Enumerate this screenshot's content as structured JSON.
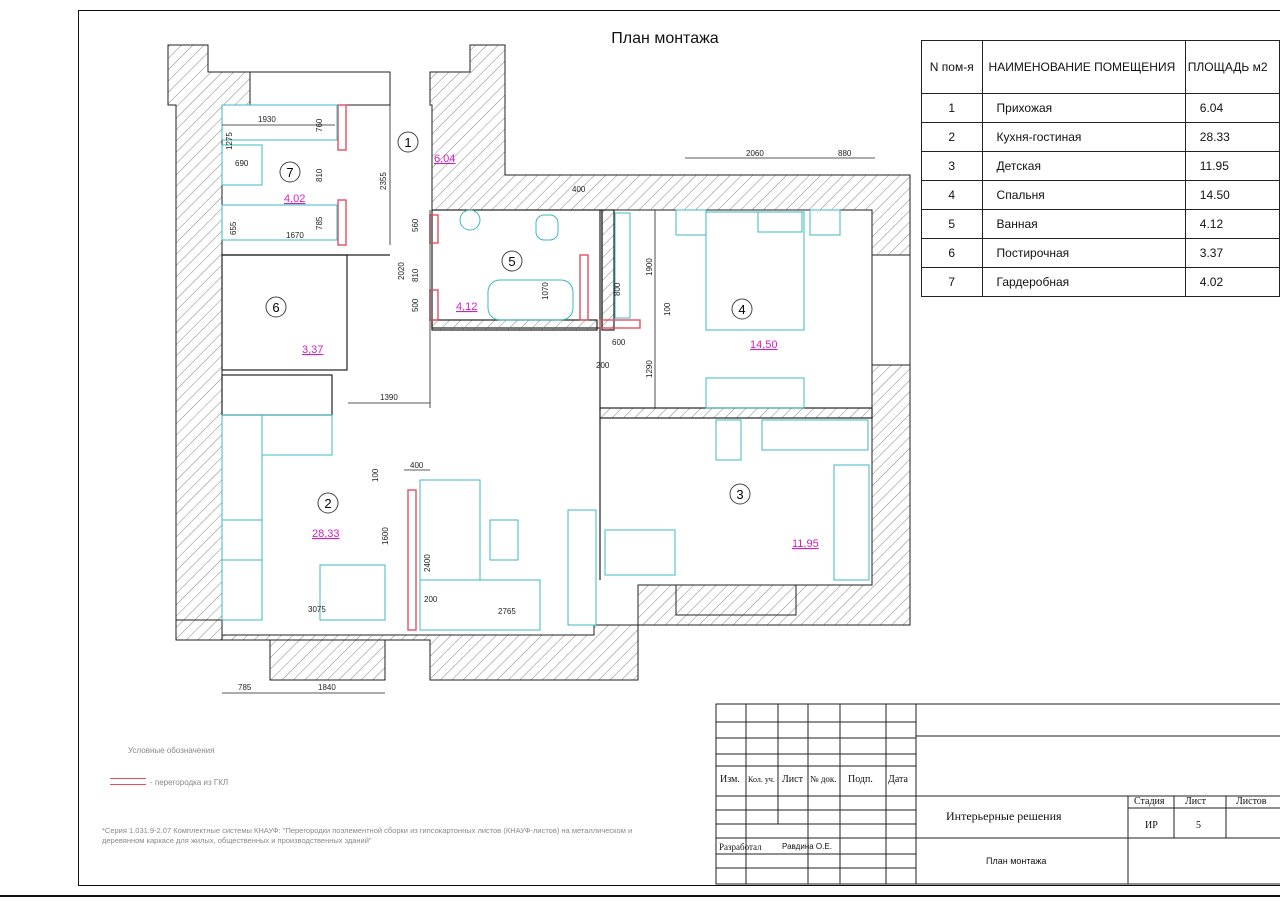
{
  "plan_title": "План монтажа",
  "table": {
    "headers": {
      "num": "N пом-я",
      "name": "НАИМЕНОВАНИЕ ПОМЕЩЕНИЯ",
      "area": "ПЛОЩАДЬ м2"
    },
    "rows": [
      {
        "num": "1",
        "name": "Прихожая",
        "area": "6.04"
      },
      {
        "num": "2",
        "name": "Кухня-гостиная",
        "area": "28.33"
      },
      {
        "num": "3",
        "name": "Детская",
        "area": "11.95"
      },
      {
        "num": "4",
        "name": "Спальня",
        "area": "14.50"
      },
      {
        "num": "5",
        "name": "Ванная",
        "area": "4.12"
      },
      {
        "num": "6",
        "name": "Постирочная",
        "area": "3.37"
      },
      {
        "num": "7",
        "name": "Гардеробная",
        "area": "4.02"
      }
    ]
  },
  "rooms": [
    {
      "num": "1",
      "area": "6,04"
    },
    {
      "num": "2",
      "area": "28,33"
    },
    {
      "num": "3",
      "area": "11,95"
    },
    {
      "num": "4",
      "area": "14,50"
    },
    {
      "num": "5",
      "area": "4,12"
    },
    {
      "num": "6",
      "area": "3,37"
    },
    {
      "num": "7",
      "area": "4,02"
    }
  ],
  "dimensions": [
    "1930",
    "760",
    "1275",
    "690",
    "810",
    "785",
    "1670",
    "655",
    "2355",
    "400",
    "560",
    "2020",
    "810",
    "500",
    "1070",
    "800",
    "1900",
    "2060",
    "880",
    "100",
    "600",
    "200",
    "1290",
    "1390",
    "400",
    "100",
    "1600",
    "2400",
    "200",
    "3075",
    "2765",
    "785",
    "1840"
  ],
  "legend": {
    "title": "Условные обозначения",
    "item": "- перегородка из ГКЛ"
  },
  "footnote": "*Серия 1.031.9-2.07 Комплектные системы КНАУФ: \"Перегородки поэлементной сборки из гипсокартонных листов (КНАУФ-листов) на металлическом и деревянном каркасе для жилых, общественных и производственных зданий\"",
  "stamp": {
    "izm": "Изм.",
    "kol_uch": "Кол. уч.",
    "list": "Лист",
    "n_dok": "№ док.",
    "podp": "Подп.",
    "data": "Дата",
    "project": "Интерьерные решения",
    "stadia": "Стадия",
    "list_col": "Лист",
    "listov": "Листов",
    "stadia_val": "ИР",
    "list_val": "5",
    "razrabotal": "Разработал",
    "author": "Равдина О.Е.",
    "sheet_name": "План монтажа"
  },
  "colors": {
    "wall_hatch": "#555555",
    "furniture": "#3bb8c0",
    "gkl": "#e05060",
    "area_text": "#d020c0"
  }
}
